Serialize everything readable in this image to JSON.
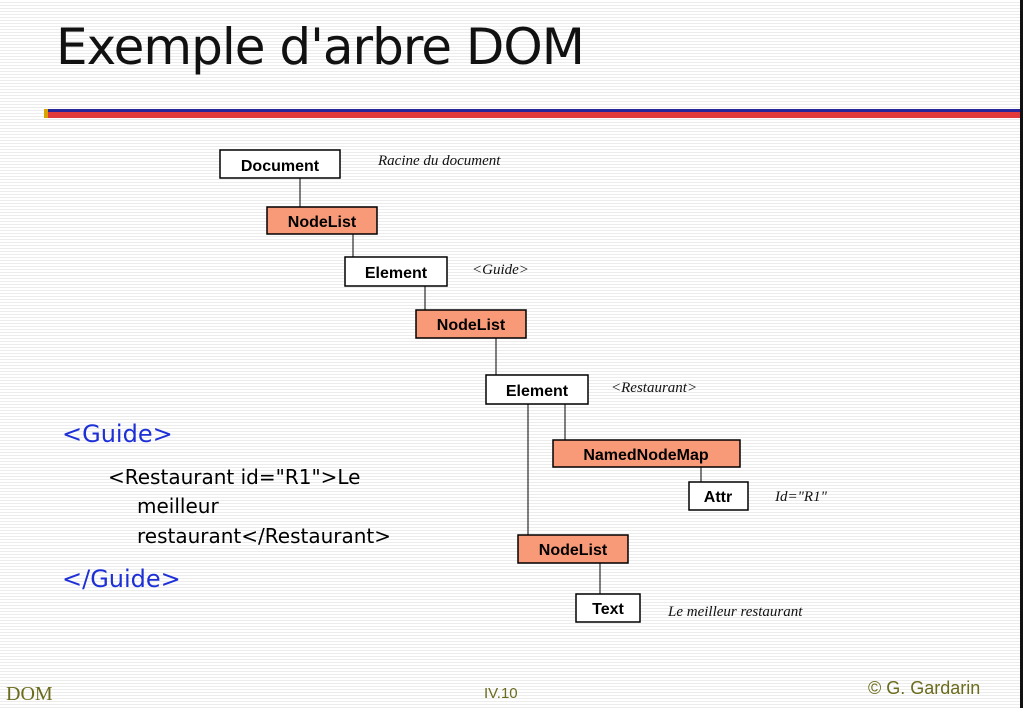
{
  "title": "Exemple d'arbre DOM",
  "tree": {
    "nodes": [
      {
        "id": "document",
        "label": "Document",
        "kind": "object"
      },
      {
        "id": "nodelist-1",
        "label": "NodeList",
        "kind": "list"
      },
      {
        "id": "element-guide",
        "label": "Element",
        "kind": "object"
      },
      {
        "id": "nodelist-2",
        "label": "NodeList",
        "kind": "list"
      },
      {
        "id": "element-restaurant",
        "label": "Element",
        "kind": "object"
      },
      {
        "id": "namednodemap",
        "label": "NamedNodeMap",
        "kind": "list"
      },
      {
        "id": "attr",
        "label": "Attr",
        "kind": "object"
      },
      {
        "id": "nodelist-3",
        "label": "NodeList",
        "kind": "list"
      },
      {
        "id": "text",
        "label": "Text",
        "kind": "object"
      }
    ],
    "annotations": {
      "document": "Racine du document",
      "element_guide": "<Guide>",
      "element_restaurant": "<Restaurant>",
      "attr": "Id=\"R1\"",
      "text": "Le meilleur restaurant"
    },
    "colors": {
      "object_fill": "#ffffff",
      "list_fill": "#f89a78",
      "border": "#000000"
    }
  },
  "xml_example": {
    "open_tag": "<Guide>",
    "line1": "<Restaurant id=\"R1\">Le",
    "line2": "meilleur",
    "line3": "restaurant</Restaurant>",
    "close_tag": "</Guide>"
  },
  "footer": {
    "left": "DOM",
    "center": "IV.10",
    "right": "© G. Gardarin"
  },
  "colors": {
    "title_rule_blue": "#27279a",
    "title_rule_red": "#e23a3a",
    "xml_tag_blue": "#1d2fd6",
    "footer_olive": "#6b6b1c"
  }
}
